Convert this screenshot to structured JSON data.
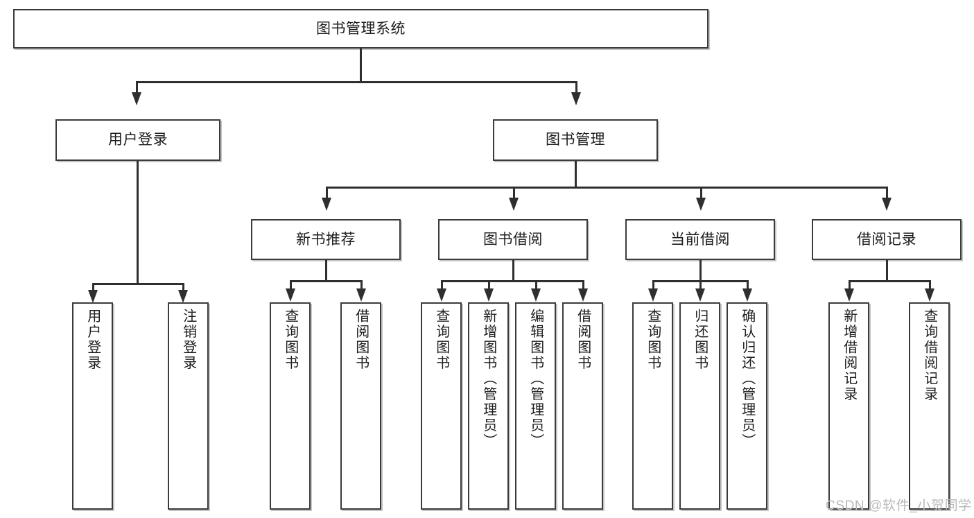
{
  "diagram": {
    "type": "tree",
    "title": "图书管理系统",
    "watermark": "CSDN @软件_小贺同学",
    "colors": {
      "box_border": "#3b3b3b",
      "connector": "#2f2f2f",
      "text": "#1d1d1d",
      "background": "#ffffff",
      "watermark": "#b9b9b9"
    },
    "root": {
      "label": "图书管理系统",
      "level": 0
    },
    "level1": [
      {
        "label": "用户登录"
      },
      {
        "label": "图书管理"
      }
    ],
    "level2": [
      {
        "label": "新书推荐",
        "parent": "图书管理"
      },
      {
        "label": "图书借阅",
        "parent": "图书管理"
      },
      {
        "label": "当前借阅",
        "parent": "图书管理"
      },
      {
        "label": "借阅记录",
        "parent": "图书管理"
      }
    ],
    "leaves": {
      "user_login": [
        {
          "label": "用户登录"
        },
        {
          "label": "注销登录"
        }
      ],
      "new_book_recommend": [
        {
          "label": "查询图书"
        },
        {
          "label": "借阅图书"
        }
      ],
      "book_borrow": [
        {
          "label": "查询图书"
        },
        {
          "label": "新增图书（管理员）"
        },
        {
          "label": "编辑图书（管理员）"
        },
        {
          "label": "借阅图书"
        }
      ],
      "current_borrow": [
        {
          "label": "查询图书"
        },
        {
          "label": "归还图书"
        },
        {
          "label": "确认归还（管理员）"
        }
      ],
      "borrow_record": [
        {
          "label": "新增借阅记录"
        },
        {
          "label": "查询借阅记录"
        }
      ]
    }
  }
}
